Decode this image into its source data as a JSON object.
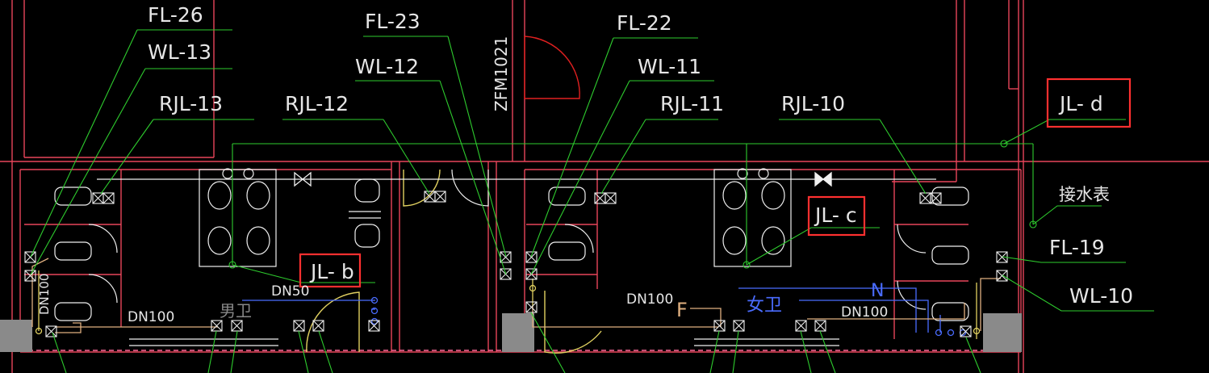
{
  "labels": {
    "fl26": "FL-26",
    "wl13": "WL-13",
    "rjl13": "RJL-13",
    "fl23": "FL-23",
    "wl12": "WL-12",
    "rjl12": "RJL-12",
    "fl22": "FL-22",
    "wl11": "WL-11",
    "rjl11": "RJL-11",
    "rjl10": "RJL-10",
    "jld": "JL- d",
    "jlc": "JL- c",
    "jlb": "JL- b",
    "water_meter": "接水表",
    "fl19": "FL-19",
    "wl10": "WL-10",
    "door_code": "ZFM1021",
    "dn100_left_vertical": "DN100",
    "dn100_left": "DN100",
    "dn50": "DN50",
    "men": "男卫",
    "dn100_mid": "DN100",
    "f_mark": "F",
    "women": "女卫",
    "n_mark": "N",
    "dn100_right": "DN100"
  },
  "colors": {
    "background": "#000000",
    "wall": "#e8455a",
    "fixture": "#ffffff",
    "leader": "#2ecc2e",
    "pipe_yellow": "#e0d060",
    "pipe_blue": "#4a6cff",
    "pipe_orange": "#e0b080",
    "highlight_box": "#ff3030",
    "text": "#e6e6e6"
  }
}
